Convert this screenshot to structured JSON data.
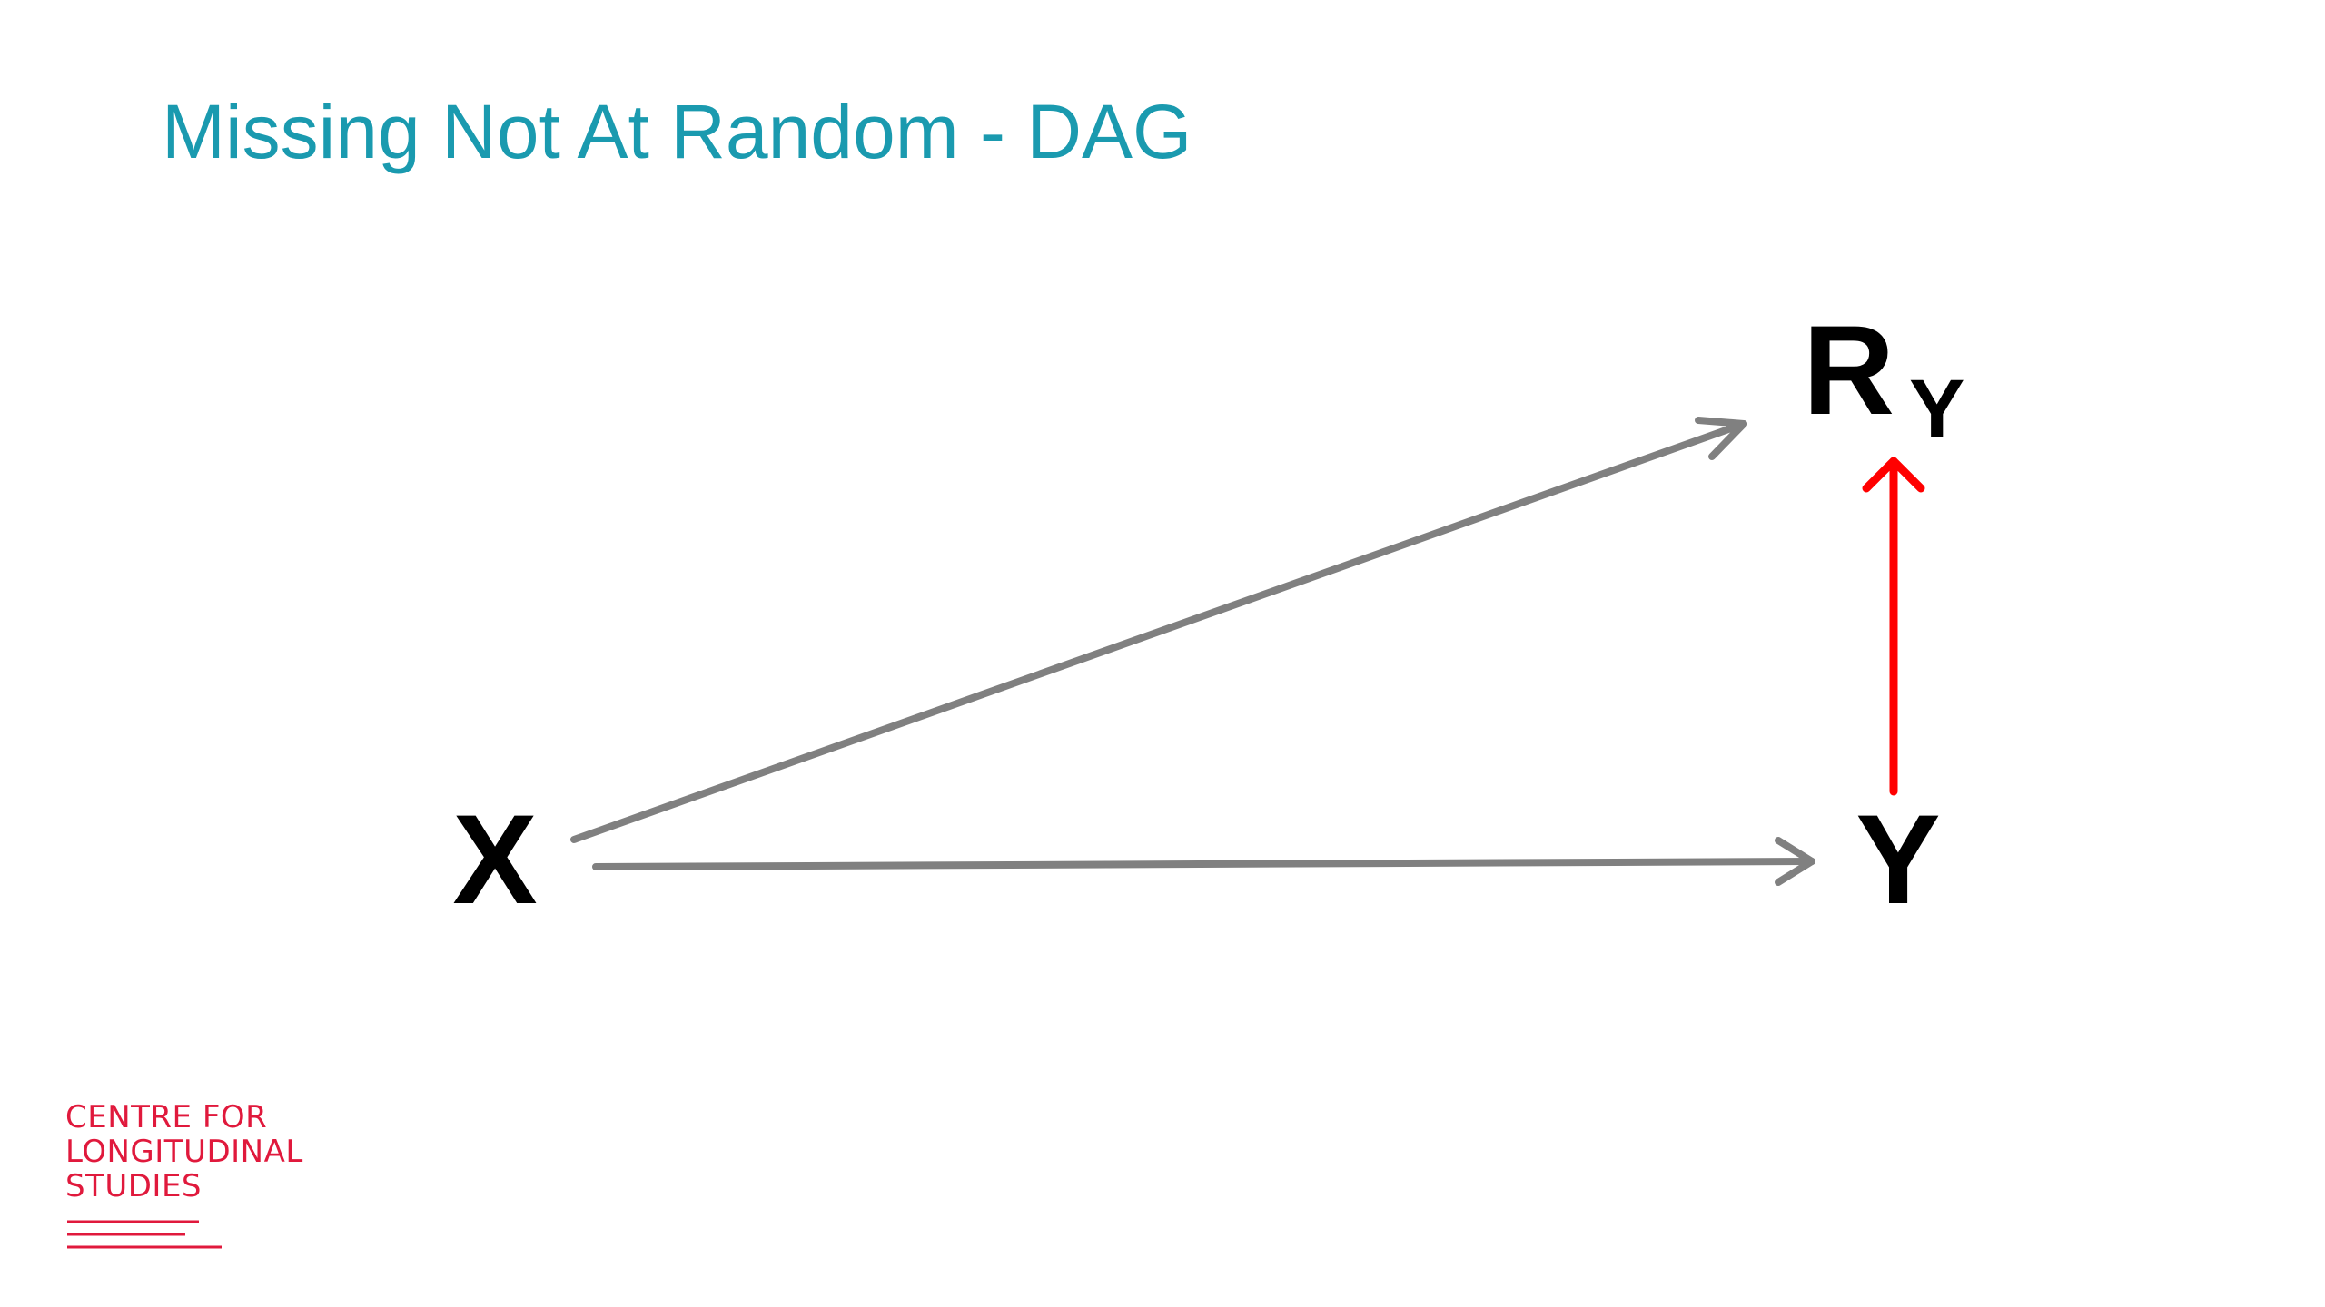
{
  "slide": {
    "title": "Missing Not At Random - DAG",
    "title_color": "#1a9aaf"
  },
  "diagram": {
    "nodes": {
      "x": {
        "label": "X"
      },
      "y": {
        "label": "Y"
      },
      "ry": {
        "label": "R",
        "subscript": "Y"
      }
    },
    "edges": [
      {
        "from": "X",
        "to": "RY",
        "color": "#808080"
      },
      {
        "from": "X",
        "to": "Y",
        "color": "#808080"
      },
      {
        "from": "Y",
        "to": "RY",
        "color": "#ff0000"
      }
    ]
  },
  "logo": {
    "line1": "CENTRE FOR",
    "line2": "LONGITUDINAL",
    "line3": "STUDIES",
    "color": "#e0193c"
  }
}
